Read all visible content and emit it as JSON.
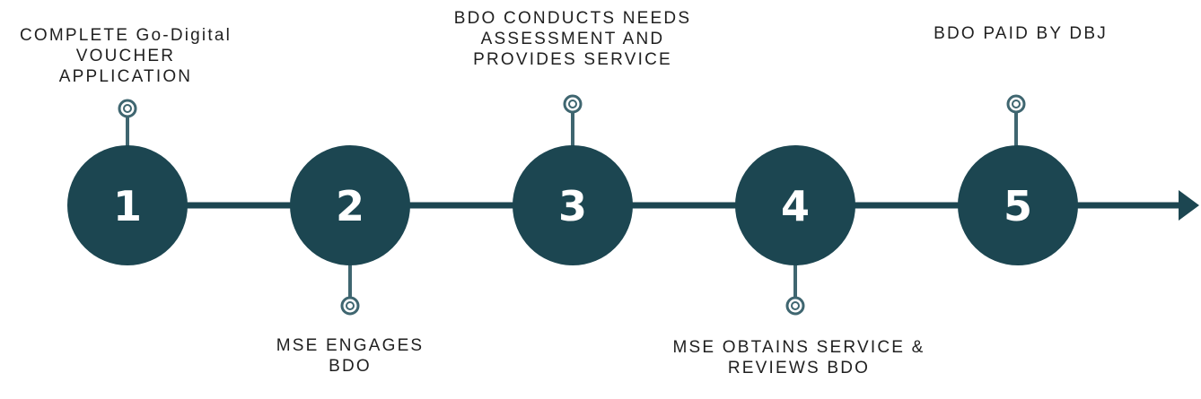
{
  "diagram": {
    "colors": {
      "primary": "#1c4651",
      "pin_stroke": "#3f6670",
      "pin_fill": "#ffffff",
      "text": "#1f1f1f"
    },
    "steps": [
      {
        "number": "1",
        "label_lines": [
          "COMPLETE Go-Digital",
          "VOUCHER",
          "APPLICATION"
        ]
      },
      {
        "number": "2",
        "label_lines": [
          "MSE ENGAGES",
          "BDO"
        ]
      },
      {
        "number": "3",
        "label_lines": [
          "BDO CONDUCTS NEEDS",
          "ASSESSMENT AND",
          "PROVIDES SERVICE"
        ]
      },
      {
        "number": "4",
        "label_lines": [
          "MSE OBTAINS SERVICE &",
          "REVIEWS BDO"
        ]
      },
      {
        "number": "5",
        "label_lines": [
          "BDO PAID BY DBJ"
        ]
      }
    ]
  }
}
